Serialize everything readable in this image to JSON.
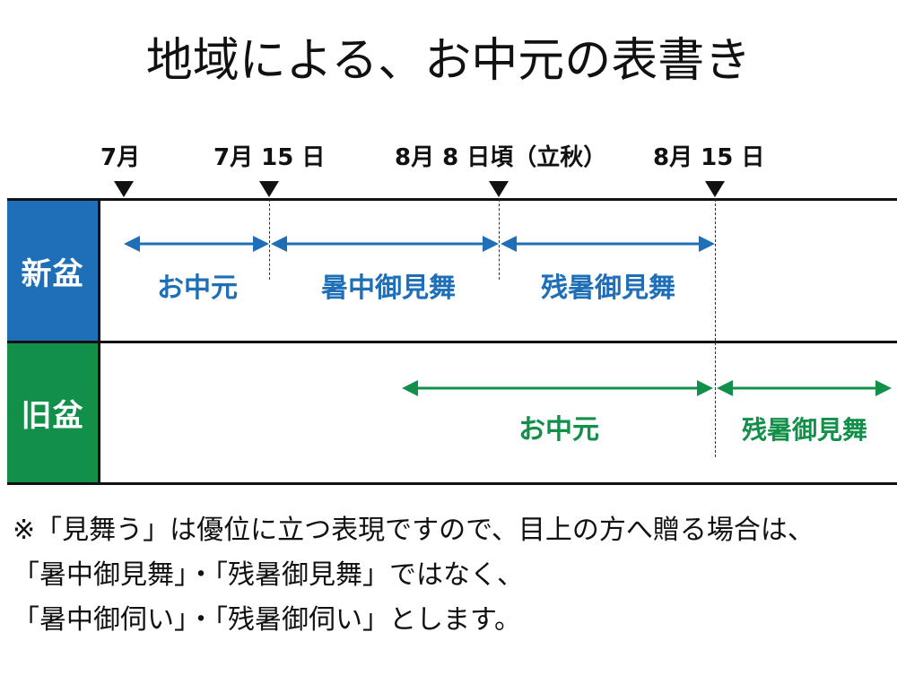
{
  "title": "地域による、お中元の表書き",
  "colors": {
    "new_bon": "#1E6FB8",
    "old_bon": "#12904A",
    "ink": "#111111"
  },
  "dates": [
    {
      "label": "7月"
    },
    {
      "label": "7月 15 日"
    },
    {
      "label": "8月 8 日頃（立秋）"
    },
    {
      "label": "8月 15 日"
    }
  ],
  "rows": {
    "new_bon": {
      "label": "新盆",
      "periods": [
        {
          "label": "お中元"
        },
        {
          "label": "暑中御見舞"
        },
        {
          "label": "残暑御見舞"
        }
      ]
    },
    "old_bon": {
      "label": "旧盆",
      "periods": [
        {
          "label": "お中元"
        },
        {
          "label": "残暑御見舞"
        }
      ]
    }
  },
  "notes": [
    "※「見舞う」は優位に立つ表現ですので、目上の方へ贈る場合は、",
    "「暑中御見舞」・「残暑御見舞」ではなく、",
    "「暑中御伺い」・「残暑御伺い」とします。"
  ]
}
